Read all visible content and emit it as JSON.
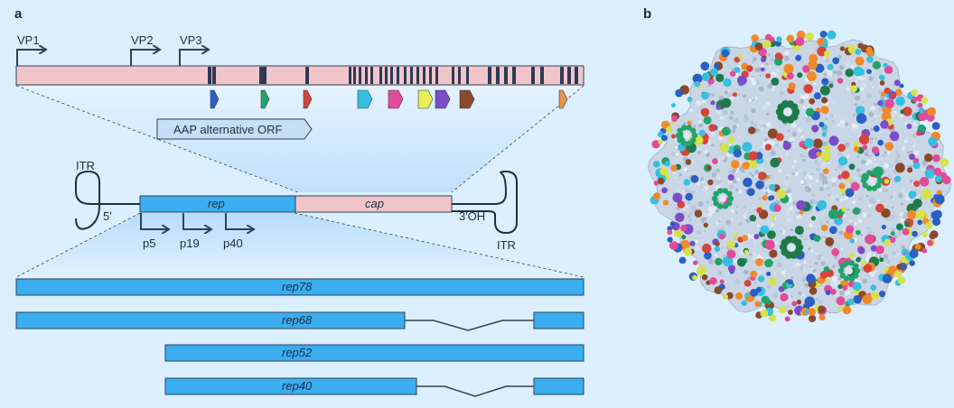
{
  "panel_a": {
    "letter": "a",
    "promoters_top": [
      "VP1",
      "VP2",
      "VP3"
    ],
    "aap_label": "AAP alternative ORF",
    "genome": {
      "itr_left": "ITR",
      "five_prime": "5′",
      "rep": "rep",
      "cap": "cap",
      "three_prime": "3′OH",
      "itr_right": "ITR"
    },
    "promoters_rep": [
      "p5",
      "p19",
      "p40"
    ],
    "transcripts": [
      "rep78",
      "rep68",
      "rep52",
      "rep40"
    ]
  },
  "panel_b": {
    "letter": "b"
  },
  "colors": {
    "background": "#dcefff",
    "rep_blue": "#3aaef0",
    "cap_pink": "#f1c6cb",
    "dark": "#2d4257",
    "capsid_base": "#c9d6e6"
  },
  "marker_colors": [
    "#2b5fc4",
    "#22a36a",
    "#d7443b",
    "#36c0e0",
    "#e24a9a",
    "#e7ee5a",
    "#7a4cc8",
    "#8a4a2a",
    "#e8944a"
  ],
  "capsid_palette": [
    "#2b5fc4",
    "#22a36a",
    "#d7443b",
    "#36c0e0",
    "#e24a9a",
    "#d6e24a",
    "#7a4cc8",
    "#8a4a2a",
    "#f08a2a",
    "#1f7a4a"
  ]
}
